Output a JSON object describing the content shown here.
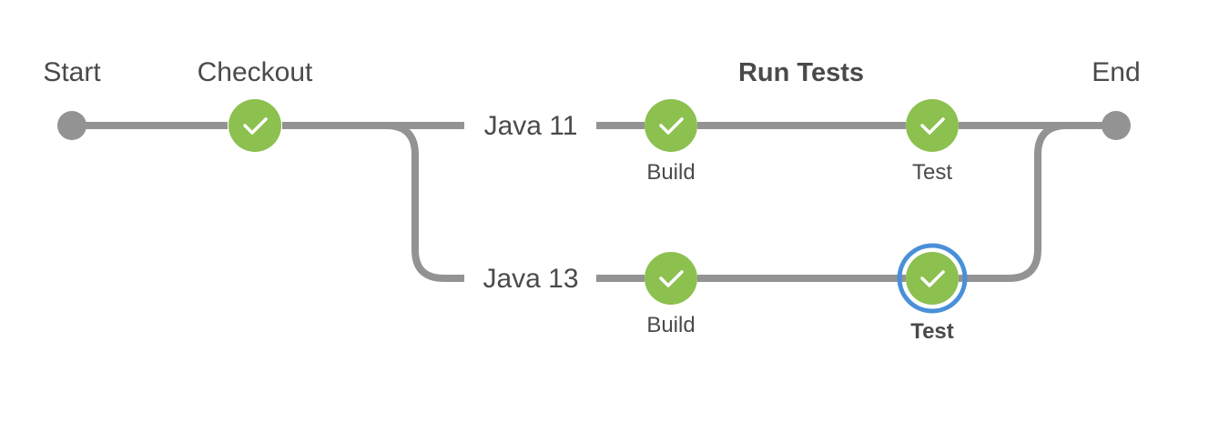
{
  "pipeline": {
    "start_label": "Start",
    "end_label": "End",
    "checkout": {
      "label": "Checkout",
      "status": "success"
    },
    "parallel_group": {
      "label": "Run Tests",
      "branches": [
        {
          "name": "Java 11",
          "stages": [
            {
              "label": "Build",
              "status": "success",
              "selected": false
            },
            {
              "label": "Test",
              "status": "success",
              "selected": false
            }
          ]
        },
        {
          "name": "Java 13",
          "stages": [
            {
              "label": "Build",
              "status": "success",
              "selected": false
            },
            {
              "label": "Test",
              "status": "success",
              "selected": true
            }
          ]
        }
      ]
    },
    "colors": {
      "edge": "#949393",
      "success": "#8cc04f",
      "selected_ring": "#4a90d9",
      "terminal": "#949393",
      "text": "#4a4a4a"
    }
  }
}
